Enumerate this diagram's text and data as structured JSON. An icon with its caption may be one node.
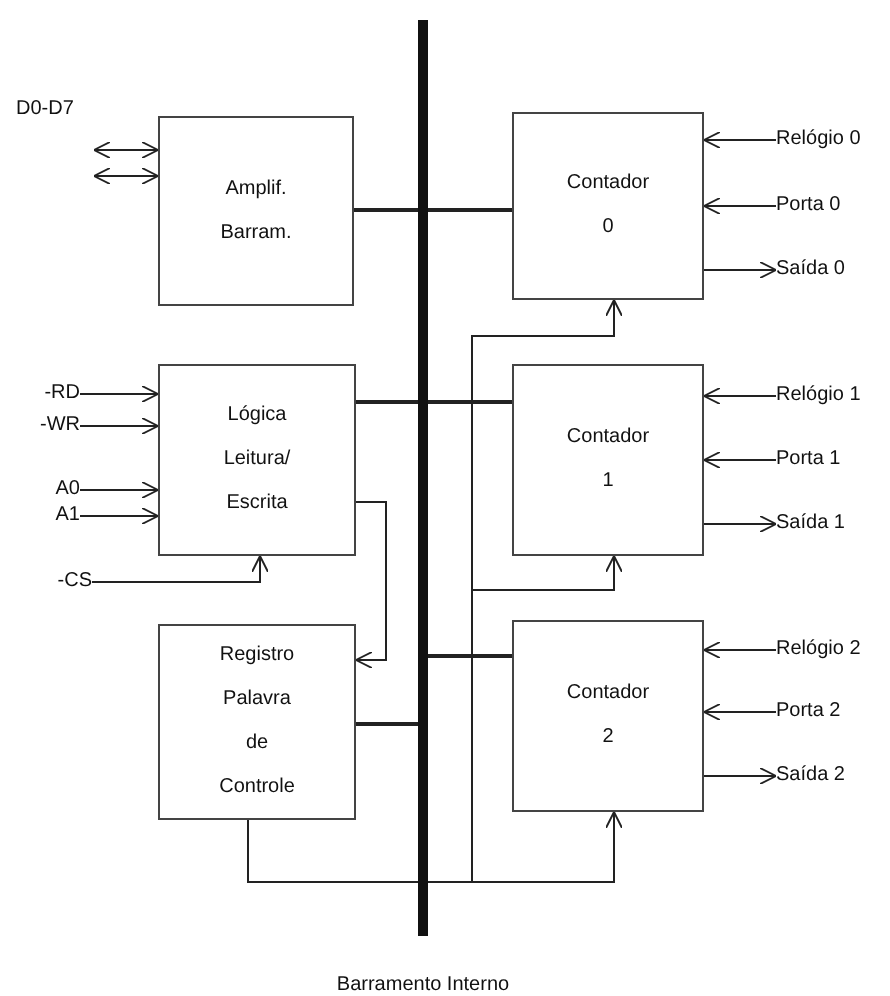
{
  "diagram": {
    "nodes": [
      {
        "text": [],
        "shape": "bar",
        "beside": [
          "Barramento Interno"
        ]
      },
      {
        "text": [
          "Amplif. Barram."
        ]
      },
      {
        "text": [
          "Contador 0"
        ]
      },
      {
        "text": [
          "Relógio 0"
        ]
      },
      {
        "text": [
          "Porta 0"
        ]
      },
      {
        "text": [
          "Saída 0"
        ]
      },
      {
        "text": [
          "-RD"
        ]
      },
      {
        "text": [
          "-WR"
        ]
      },
      {
        "text": [
          "A0"
        ]
      },
      {
        "text": [
          "A1"
        ]
      },
      {
        "text": [
          "Lógica Leitura/ Escrita"
        ]
      },
      {
        "text": [
          "Contador 1"
        ]
      },
      {
        "text": [
          "Relógio 1"
        ]
      },
      {
        "text": [
          "Porta 1"
        ]
      },
      {
        "text": [
          "Saída 1"
        ]
      },
      {
        "text": [
          "-CS"
        ]
      },
      {
        "text": [
          "Registro Palavra de Controle"
        ]
      },
      {
        "text": [
          "Contador 2"
        ]
      },
      {
        "text": [
          "Relógio 2"
        ]
      },
      {
        "text": [
          "Porta 2"
        ]
      },
      {
        "text": [
          "Saída 2"
        ]
      }
    ],
    "edges": [
      {
        "from": null,
        "to": 1,
        "arrow": "both"
      },
      {
        "from": null,
        "to": 1,
        "arrow": "both"
      },
      {
        "from": 1,
        "to": 0,
        "arrow": "none"
      },
      {
        "from": 2,
        "to": 0,
        "arrow": "none"
      },
      {
        "from": 3,
        "to": 2,
        "arrow": "to"
      },
      {
        "from": 4,
        "to": 2,
        "arrow": "to"
      },
      {
        "from": 2,
        "to": 5,
        "arrow": "to"
      },
      {
        "from": 6,
        "to": 10,
        "arrow": "to"
      },
      {
        "from": 7,
        "to": 10,
        "arrow": "to"
      },
      {
        "from": 8,
        "to": 10,
        "arrow": "to"
      },
      {
        "from": 9,
        "to": 10,
        "arrow": "to"
      },
      {
        "from": 10,
        "to": 0,
        "arrow": "none"
      },
      {
        "from": 11,
        "to": 0,
        "arrow": "none"
      },
      {
        "from": 12,
        "to": 11,
        "arrow": "to"
      },
      {
        "from": 13,
        "to": 11,
        "arrow": "to"
      },
      {
        "from": 11,
        "to": 14,
        "arrow": "to"
      },
      {
        "from": 15,
        "to": 10,
        "arrow": "to"
      },
      {
        "from": 10,
        "to": 16,
        "arrow": "to"
      },
      {
        "from": 16,
        "to": 0,
        "arrow": "none"
      },
      {
        "from": 17,
        "to": 0,
        "arrow": "none"
      },
      {
        "from": 18,
        "to": 17,
        "arrow": "to"
      },
      {
        "from": 19,
        "to": 17,
        "arrow": "to"
      },
      {
        "from": 17,
        "to": 20,
        "arrow": "to"
      },
      {
        "from": 16,
        "to": 2,
        "arrow": "to"
      },
      {
        "from": 16,
        "to": 11,
        "arrow": "to"
      },
      {
        "from": 16,
        "to": 17,
        "arrow": "to"
      }
    ],
    "labels": [
      "D0-D7"
    ]
  }
}
